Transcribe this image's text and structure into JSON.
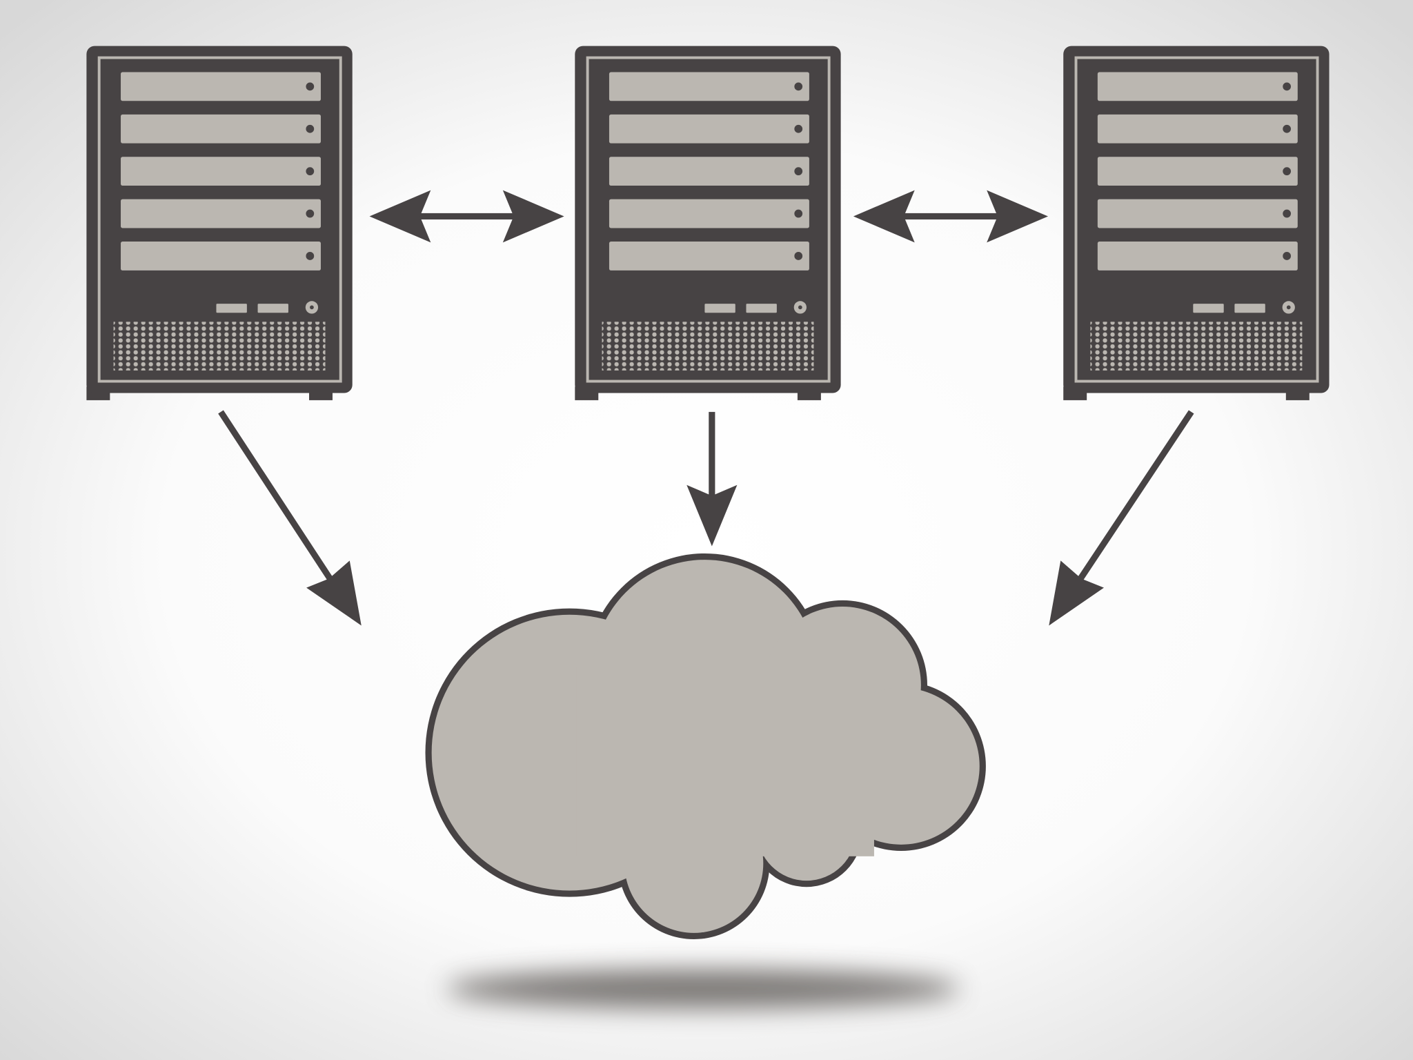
{
  "diagram": {
    "servers": [
      {
        "id": "server-left",
        "drive_bays": 5
      },
      {
        "id": "server-center",
        "drive_bays": 5
      },
      {
        "id": "server-right",
        "drive_bays": 5
      }
    ],
    "connections": [
      {
        "from": "server-left",
        "to": "server-center",
        "direction": "bidirectional"
      },
      {
        "from": "server-center",
        "to": "server-right",
        "direction": "bidirectional"
      },
      {
        "from": "server-left",
        "to": "cloud",
        "direction": "one-way"
      },
      {
        "from": "server-center",
        "to": "cloud",
        "direction": "one-way"
      },
      {
        "from": "server-right",
        "to": "cloud",
        "direction": "one-way"
      }
    ],
    "cloud": {
      "id": "cloud",
      "icon": "cloud-icon"
    }
  },
  "colors": {
    "dark": "#474344",
    "light": "#bbb7b1",
    "background_center": "#ffffff",
    "background_edge": "#dcdcdc",
    "shadow": "#6e6a68"
  }
}
